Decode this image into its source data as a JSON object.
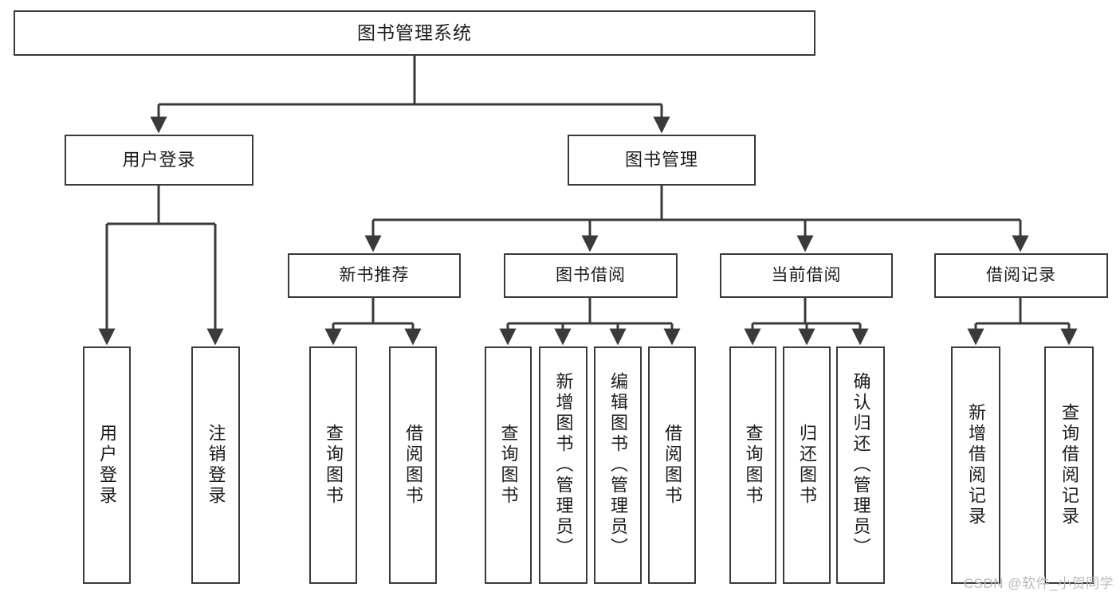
{
  "diagram": {
    "title": "图书管理系统",
    "type": "tree-hierarchy-chart",
    "root": {
      "id": "root",
      "label": "图书管理系统"
    },
    "level2": [
      {
        "id": "user-login",
        "label": "用户登录"
      },
      {
        "id": "book-manage",
        "label": "图书管理"
      }
    ],
    "level3": [
      {
        "id": "new-book-recommend",
        "label": "新书推荐",
        "parent": "book-manage"
      },
      {
        "id": "book-borrow",
        "label": "图书借阅",
        "parent": "book-manage"
      },
      {
        "id": "current-borrow",
        "label": "当前借阅",
        "parent": "book-manage"
      },
      {
        "id": "borrow-record",
        "label": "借阅记录",
        "parent": "book-manage"
      }
    ],
    "leaves": [
      {
        "id": "leaf-user-login",
        "label": "用户登录",
        "parent": "user-login"
      },
      {
        "id": "leaf-logout-login",
        "label": "注销登录",
        "parent": "user-login"
      },
      {
        "id": "leaf-query-book-1",
        "label": "查询图书",
        "parent": "new-book-recommend"
      },
      {
        "id": "leaf-borrow-book-1",
        "label": "借阅图书",
        "parent": "new-book-recommend"
      },
      {
        "id": "leaf-query-book-2",
        "label": "查询图书",
        "parent": "book-borrow"
      },
      {
        "id": "leaf-add-book",
        "label": "新增图书（管理员）",
        "parent": "book-borrow"
      },
      {
        "id": "leaf-edit-book",
        "label": "编辑图书（管理员）",
        "parent": "book-borrow"
      },
      {
        "id": "leaf-borrow-book-2",
        "label": "借阅图书",
        "parent": "book-borrow"
      },
      {
        "id": "leaf-query-book-3",
        "label": "查询图书",
        "parent": "current-borrow"
      },
      {
        "id": "leaf-return-book",
        "label": "归还图书",
        "parent": "current-borrow"
      },
      {
        "id": "leaf-confirm-return",
        "label": "确认归还（管理员）",
        "parent": "current-borrow"
      },
      {
        "id": "leaf-add-record",
        "label": "新增借阅记录",
        "parent": "borrow-record"
      },
      {
        "id": "leaf-query-record",
        "label": "查询借阅记录",
        "parent": "borrow-record"
      }
    ]
  },
  "watermark": {
    "text": "CSDN @软件_小贺同学"
  },
  "colors": {
    "stroke": "#3a3a3a",
    "background": "#ffffff",
    "text": "#1b1b1b",
    "watermark": "#b9b9b9"
  }
}
